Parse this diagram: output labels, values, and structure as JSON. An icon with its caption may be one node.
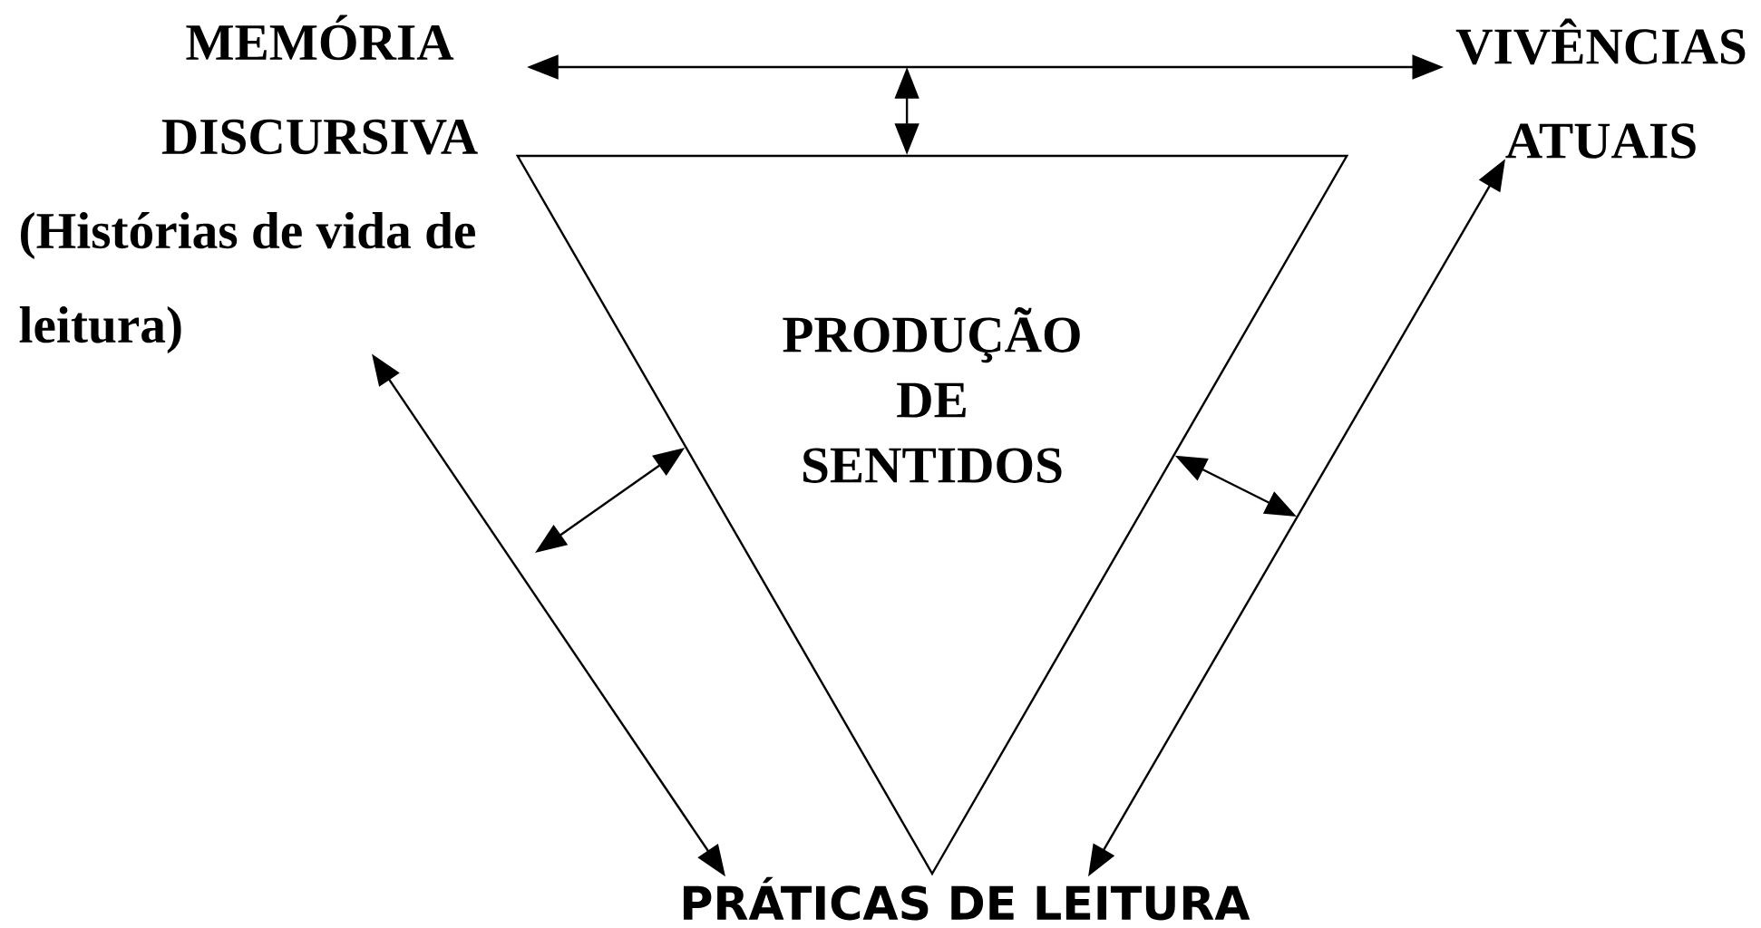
{
  "diagram": {
    "nodes": [
      {
        "text": [
          "MEMÓRIA DISCURSIVA",
          "(Histórias de vida de leitura)"
        ]
      },
      {
        "text": [
          "VIVÊNCIAS ATUAIS"
        ]
      },
      {
        "text": [
          "PRODUÇÃO DE SENTIDOS"
        ]
      },
      {
        "text": [
          "PRÁTICAS DE LEITURA"
        ]
      }
    ],
    "edges": [
      {
        "from": 0,
        "to": 1,
        "arrow": "both"
      },
      {
        "from": null,
        "to": 2,
        "arrow": "both"
      },
      {
        "from": 0,
        "to": 3,
        "arrow": "both"
      },
      {
        "from": 2,
        "to": null,
        "arrow": "both"
      },
      {
        "from": 2,
        "to": null,
        "arrow": "both"
      },
      {
        "from": 3,
        "to": 1,
        "arrow": "both"
      }
    ]
  }
}
